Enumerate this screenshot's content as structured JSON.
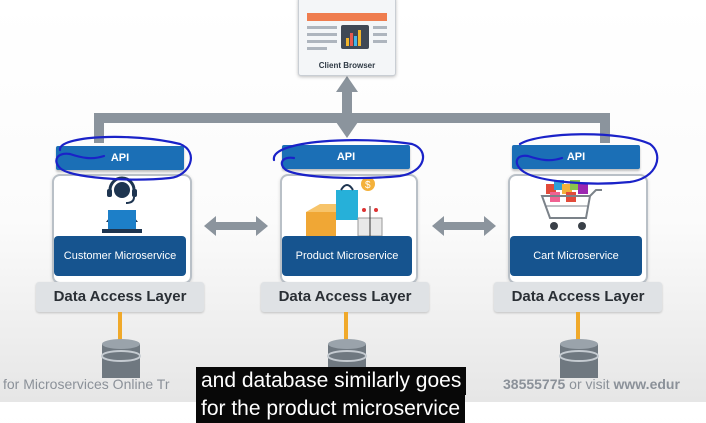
{
  "client": {
    "label": "Client Browser"
  },
  "services": [
    {
      "api_label": "API",
      "service_label": "Customer Microservice",
      "dal_label": "Data Access Layer",
      "icon": "customer-support-icon"
    },
    {
      "api_label": "API",
      "service_label": "Product Microservice",
      "dal_label": "Data Access Layer",
      "icon": "shopping-bags-icon"
    },
    {
      "api_label": "API",
      "service_label": "Cart Microservice",
      "dal_label": "Data Access Layer",
      "icon": "shopping-cart-icon"
    }
  ],
  "ticker": {
    "left": "for Microservices Online Tr",
    "right_plain": "38555775",
    "right_mid": " or visit ",
    "right_bold": "www.edur"
  },
  "captions": {
    "line1": "and database similarly goes",
    "line2": "for the product microservice"
  },
  "colors": {
    "api_blue": "#1b6fb6",
    "service_navy": "#16548f",
    "connector_gray": "#8b949d",
    "db_line_orange": "#f0a92a",
    "annotation_blue": "#1a22c8"
  }
}
